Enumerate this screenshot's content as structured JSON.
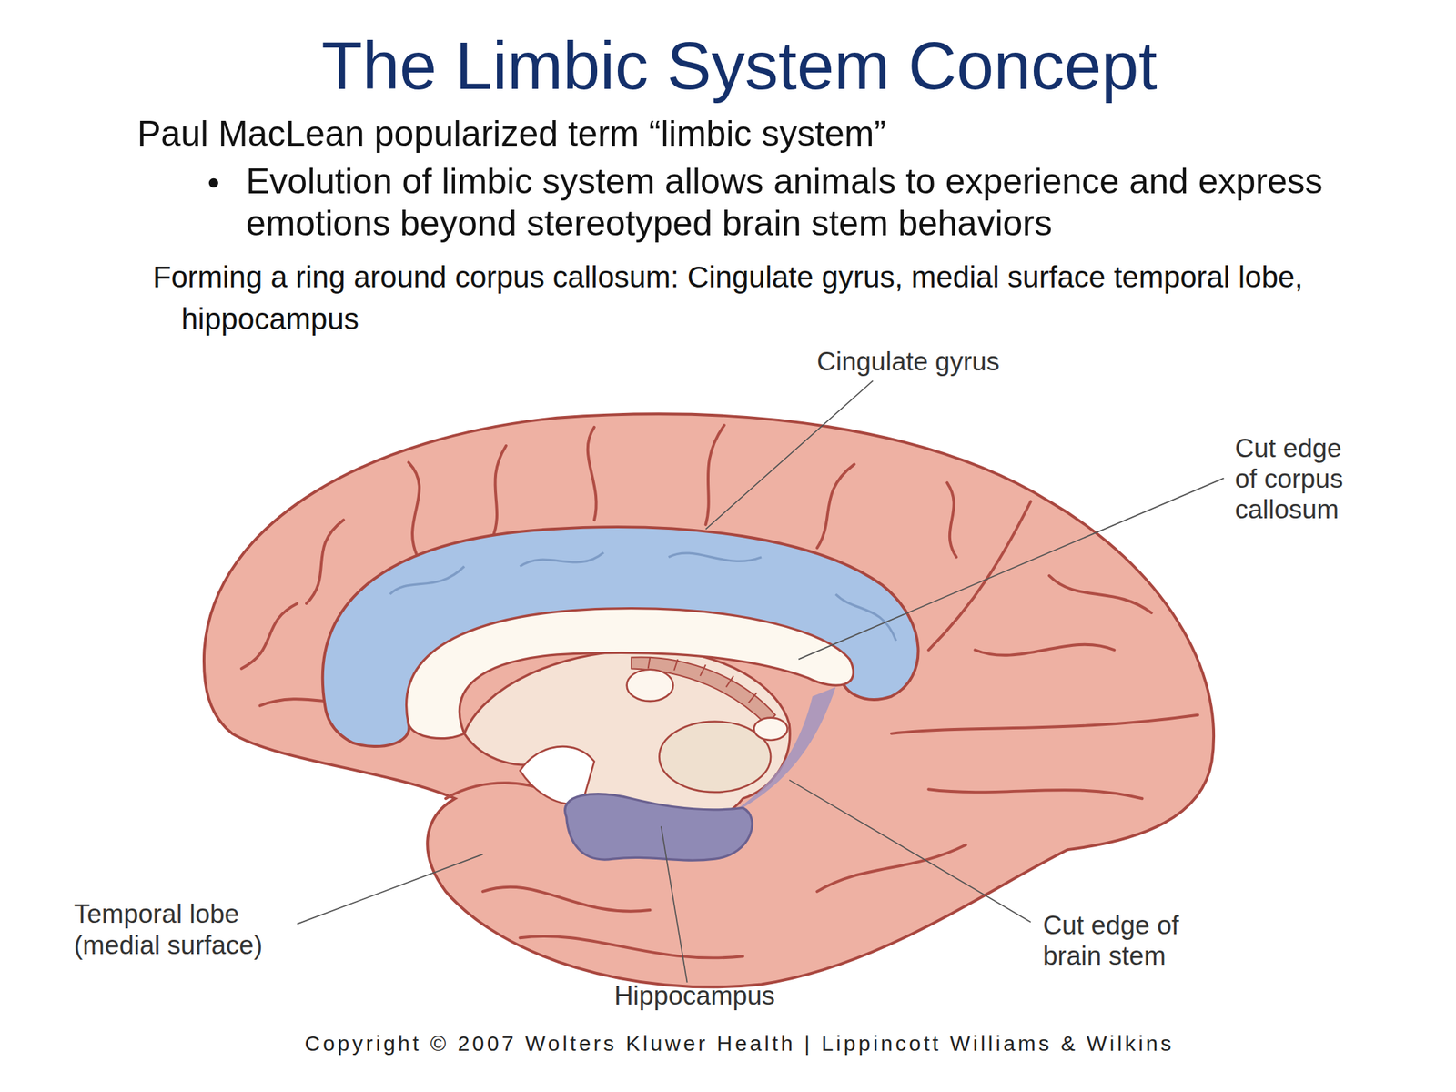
{
  "diagram": {
    "title": "The Limbic System Concept",
    "labels": [
      "Paul MacLean popularized term “limbic system”",
      "Evolution of limbic system allows animals to experience and express emotions beyond stereotyped brain stem behaviors",
      "Forming a ring around corpus callosum: Cingulate gyrus, medial surface temporal lobe, hippocampus",
      "Cingulate gyrus",
      "Cut edge of corpus callosum",
      "Temporal lobe (medial surface)",
      "Hippocampus",
      "Cut edge of brain stem",
      "Copyright © 2007 Wolters Kluwer Health | Lippincott Williams & Wilkins"
    ]
  }
}
